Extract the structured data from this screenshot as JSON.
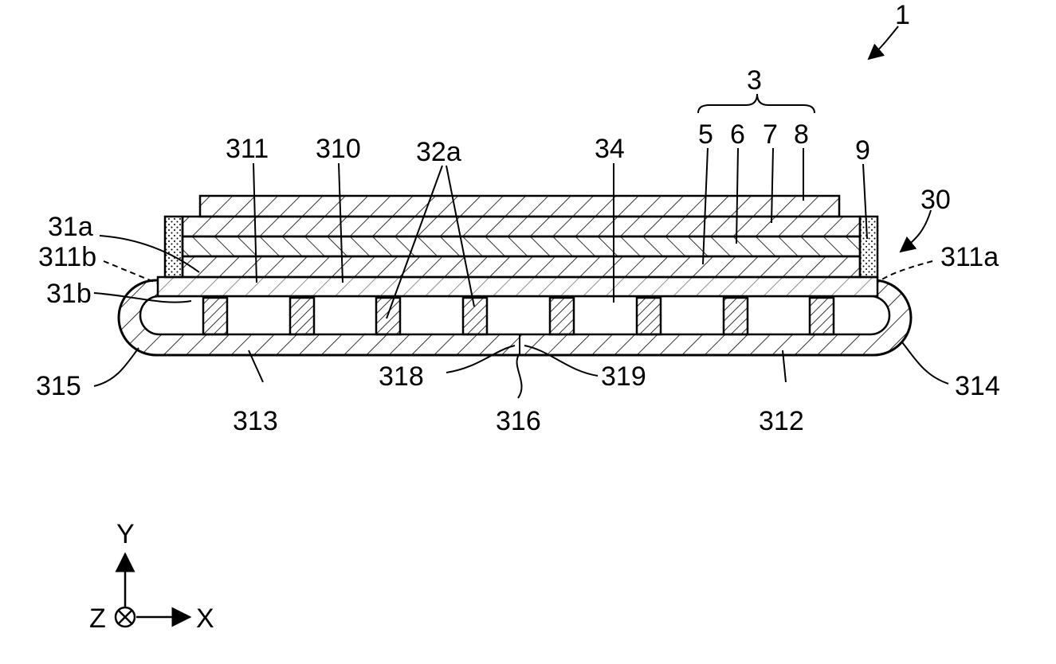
{
  "figure": {
    "labels": {
      "device": "1",
      "stack": "3",
      "layer5": "5",
      "layer6": "6",
      "layer7": "7",
      "layer8": "8",
      "sealant": "9",
      "substrate": "30",
      "l311": "311",
      "l310": "310",
      "l32a": "32a",
      "l34": "34",
      "l31a": "31a",
      "l311b": "311b",
      "l311a": "311a",
      "l31b": "31b",
      "l315": "315",
      "l313": "313",
      "l318": "318",
      "l319": "319",
      "l316": "316",
      "l312": "312",
      "l314": "314"
    },
    "axes": {
      "y": "Y",
      "x": "X",
      "z": "Z"
    },
    "spacer_count": 8
  }
}
